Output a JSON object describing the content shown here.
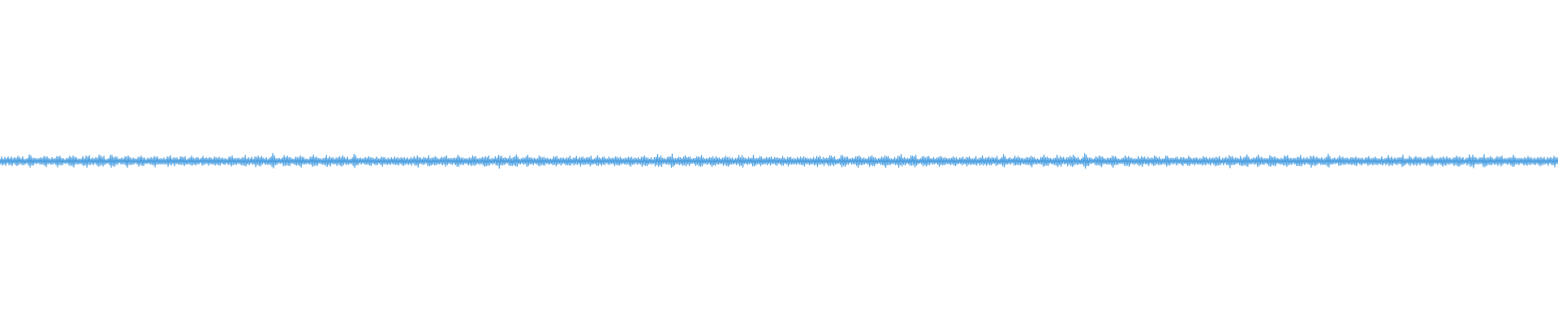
{
  "chart_data": {
    "type": "line",
    "title": "",
    "xlabel": "",
    "ylabel": "",
    "ylim": [
      -1,
      1
    ],
    "grid": false,
    "legend": "none",
    "series": [
      {
        "color": "#4a9ee0",
        "values": [
          0.05,
          -0.06,
          0.08,
          -0.07,
          0.04,
          -0.05,
          0.07,
          -0.08,
          0.06,
          -0.05,
          0.09,
          -0.07,
          0.05,
          -0.06,
          0.08,
          -0.09,
          0.06,
          -0.05,
          0.07,
          -0.06,
          0.05,
          -0.07,
          0.08,
          -0.06,
          0.07,
          -0.05,
          0.06,
          -0.08,
          0.09,
          -0.07,
          0.04,
          -0.06,
          0.05,
          -0.05,
          0.06,
          -0.07,
          0.1,
          -0.09,
          0.08,
          -0.06,
          0.05,
          -0.07,
          0.06,
          -0.05,
          0.07,
          -0.06,
          0.05,
          -0.04,
          0.06,
          -0.07,
          0.08,
          -0.06,
          0.05,
          -0.05,
          0.07,
          -0.06,
          0.06,
          -0.08,
          0.07,
          -0.05,
          0.06,
          -0.06,
          0.05,
          -0.07,
          0.08,
          -0.07,
          0.06,
          -0.05,
          0.05,
          -0.06,
          0.07,
          -0.08,
          0.06,
          -0.05,
          0.07,
          -0.06,
          0.05,
          -0.07,
          0.06,
          -0.05,
          0.04,
          -0.06,
          0.07,
          -0.05,
          0.06,
          -0.07,
          0.08,
          -0.06,
          0.05,
          -0.06,
          0.07,
          -0.08,
          0.06,
          -0.05,
          0.07,
          -0.06,
          0.05,
          -0.07,
          0.06,
          -0.06
        ]
      }
    ]
  }
}
